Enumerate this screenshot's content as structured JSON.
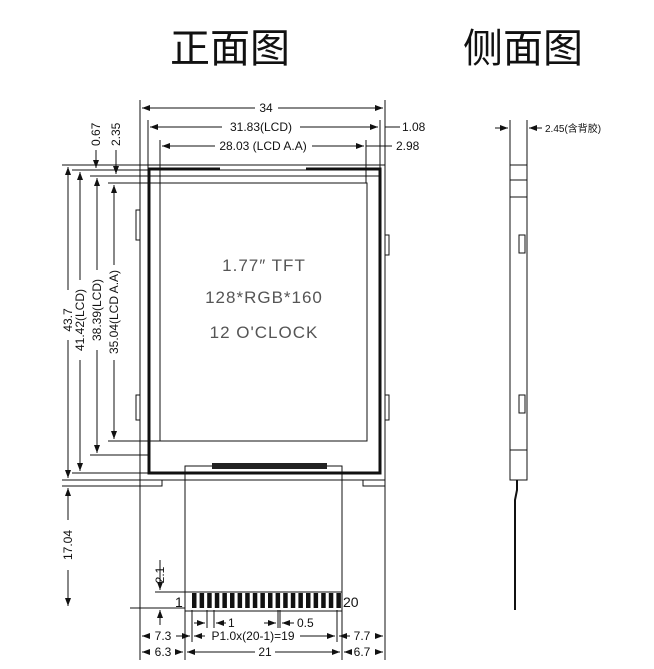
{
  "titles": {
    "front": "正面图",
    "side": "侧面图"
  },
  "display_text": {
    "line1": "1.77″ TFT",
    "line2": "128*RGB*160",
    "line3": "12 O'CLOCK"
  },
  "dims": {
    "width_total": "34",
    "width_lcd": "31.83(LCD)",
    "width_aa": "28.03 (LCD A.A)",
    "right_1": "1.08",
    "right_2": "2.98",
    "top_1": "0.67",
    "top_2": "2.35",
    "height_total": "43.7",
    "height_lcd": "41.42(LCD)",
    "height_lcd2": "38.39(LCD)",
    "height_aa": "35.04(LCD A.A)",
    "fpc_length": "17.04",
    "pad_height": "2.1",
    "pin_first": "1",
    "pin_last": "20",
    "pin_width": "1",
    "pin_gap": "0.5",
    "left_1": "7.3",
    "pitch": "P1.0x(20-1)=19",
    "right_3": "7.7",
    "left_2": "6.3",
    "fpc_width": "21",
    "right_4": "6.7",
    "thickness": "2.45(含背胶)"
  }
}
